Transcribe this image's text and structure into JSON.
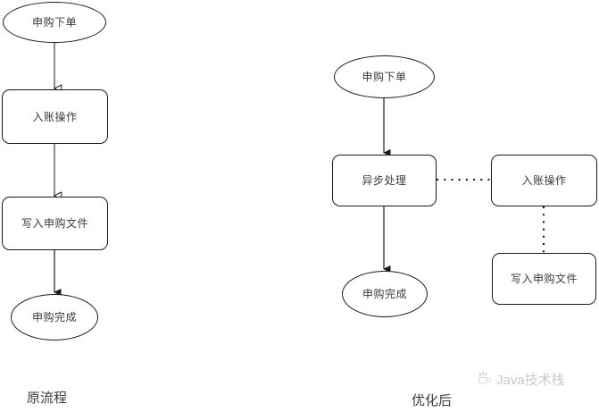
{
  "diagram": {
    "title_left": "原流程",
    "title_right": "优化后",
    "stroke_color": "#1a1a1a",
    "text_color": "#3b3b3b",
    "background": "#ffffff",
    "left_flow": {
      "caption": "原流程",
      "nodes": [
        {
          "id": "l1",
          "label": "申购下单",
          "shape": "ellipse"
        },
        {
          "id": "l2",
          "label": "入账操作",
          "shape": "rounded-rect"
        },
        {
          "id": "l3",
          "label": "写入申购文件",
          "shape": "rounded-rect"
        },
        {
          "id": "l4",
          "label": "申购完成",
          "shape": "ellipse"
        }
      ],
      "edges": [
        {
          "from": "l1",
          "to": "l2",
          "style": "solid",
          "arrow": "open"
        },
        {
          "from": "l2",
          "to": "l3",
          "style": "solid",
          "arrow": "open"
        },
        {
          "from": "l3",
          "to": "l4",
          "style": "solid",
          "arrow": "filled"
        }
      ]
    },
    "right_flow": {
      "caption": "优化后",
      "nodes": [
        {
          "id": "r1",
          "label": "申购下单",
          "shape": "ellipse"
        },
        {
          "id": "r2",
          "label": "异步处理",
          "shape": "rounded-rect"
        },
        {
          "id": "r3",
          "label": "申购完成",
          "shape": "ellipse"
        },
        {
          "id": "r4",
          "label": "入账操作",
          "shape": "rounded-rect"
        },
        {
          "id": "r5",
          "label": "写入申购文件",
          "shape": "rounded-rect"
        }
      ],
      "edges": [
        {
          "from": "r1",
          "to": "r2",
          "style": "solid",
          "arrow": "filled"
        },
        {
          "from": "r2",
          "to": "r3",
          "style": "solid",
          "arrow": "filled"
        },
        {
          "from": "r2",
          "to": "r4",
          "style": "dotted",
          "arrow": "none"
        },
        {
          "from": "r4",
          "to": "r5",
          "style": "dotted",
          "arrow": "none"
        }
      ]
    }
  },
  "watermark": {
    "text": "Java技术栈",
    "color": "#c9c9c9",
    "logo": "coffee-cup-icon"
  }
}
